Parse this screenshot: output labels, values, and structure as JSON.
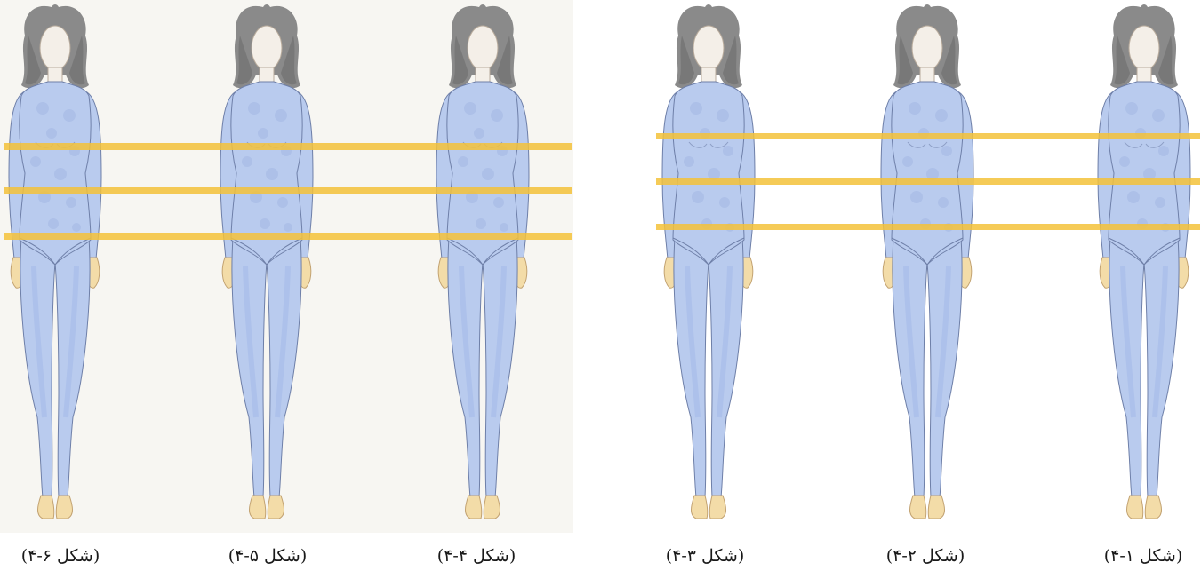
{
  "figures": [
    {
      "caption": "(شکل ۶-۴)"
    },
    {
      "caption": "(شکل ۵-۴)"
    },
    {
      "caption": "(شکل ۴-۴)"
    },
    {
      "caption": "(شکل ۳-۴)"
    },
    {
      "caption": "(شکل ۲-۴)"
    },
    {
      "caption": "(شکل ۱-۴)"
    }
  ],
  "colors": {
    "paper_left": "#f7f6f2",
    "paper_right": "#ffffff",
    "bodysuit": "#b9cbee",
    "bodysuit_shade": "#9fb6e6",
    "polka_dot": "#a9bde6",
    "outline": "#6e7fa8",
    "skin": "#f3dca8",
    "skin_outline": "#c2a271",
    "hair": "#8a8a8a",
    "hair_dark": "#6a6a6a",
    "face": "#f4efe8",
    "measure_band": "#f4c23a"
  }
}
